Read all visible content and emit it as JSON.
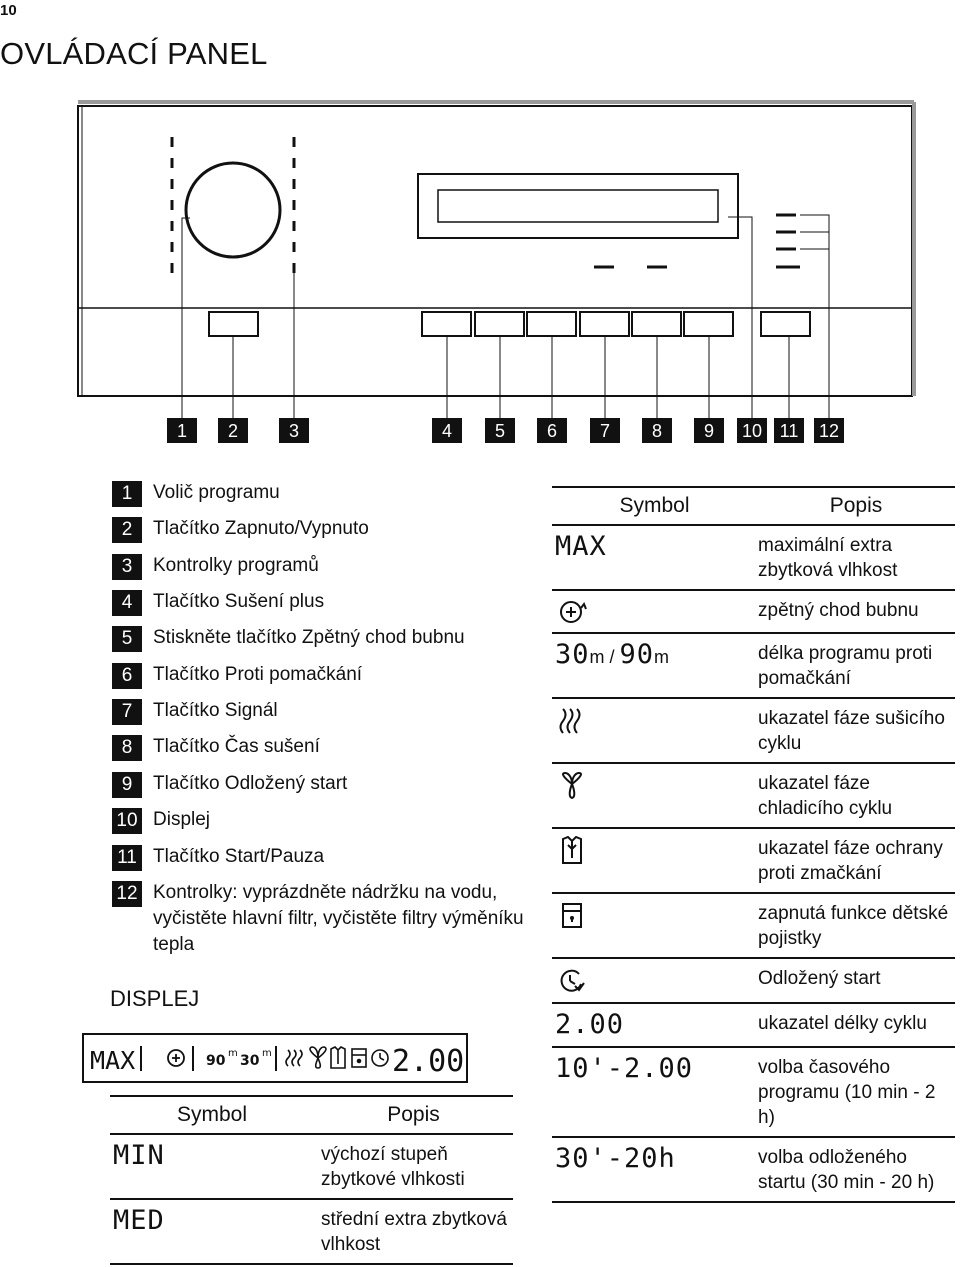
{
  "page_number": "10",
  "title": "OVLÁDACÍ PANEL",
  "callouts": [
    "1",
    "2",
    "3",
    "4",
    "5",
    "6",
    "7",
    "8",
    "9",
    "10",
    "11",
    "12"
  ],
  "legend": [
    {
      "num": "1",
      "text": "Volič programu"
    },
    {
      "num": "2",
      "text": "Tlačítko Zapnuto/Vypnuto"
    },
    {
      "num": "3",
      "text": "Kontrolky programů"
    },
    {
      "num": "4",
      "text": "Tlačítko Sušení plus"
    },
    {
      "num": "5",
      "text": "Stiskněte tlačítko Zpětný chod bubnu"
    },
    {
      "num": "6",
      "text": "Tlačítko Proti pomačkání"
    },
    {
      "num": "7",
      "text": "Tlačítko Signál"
    },
    {
      "num": "8",
      "text": "Tlačítko Čas sušení"
    },
    {
      "num": "9",
      "text": "Tlačítko Odložený start"
    },
    {
      "num": "10",
      "text": "Displej"
    },
    {
      "num": "11",
      "text": "Tlačítko Start/Pauza"
    },
    {
      "num": "12",
      "text": "Kontrolky: vyprázdněte nádržku na vodu, vyčistěte hlavní filtr, vyčistěte filtry výměníku tepla"
    }
  ],
  "display_heading": "DISPLEJ",
  "display_strip": {
    "max": "MAX",
    "time_90": "90",
    "time_30": "30",
    "unit": "m",
    "readout": "2.00"
  },
  "table_left": {
    "header_symbol": "Symbol",
    "header_desc": "Popis",
    "rows": [
      {
        "symbol": "MIN",
        "desc": "výchozí stupeň zbytkové vlhkosti"
      },
      {
        "symbol": "MED",
        "desc": "střední extra zbytková vlhkost"
      }
    ]
  },
  "table_right": {
    "header_symbol": "Symbol",
    "header_desc": "Popis",
    "rows": [
      {
        "symbol": "MAX",
        "icon": "max-text",
        "desc": "maximální extra zbytková vlhkost"
      },
      {
        "symbol": "",
        "icon": "drum-reverse-icon",
        "desc": "zpětný chod bubnu"
      },
      {
        "symbol": "30m / 90m",
        "icon": "time-text",
        "seg_a": "30",
        "unit_a": "m",
        "sep": "/",
        "seg_b": "90",
        "unit_b": "m",
        "desc": "délka programu proti pomačkání"
      },
      {
        "symbol": "",
        "icon": "heat-waves-icon",
        "desc": "ukazatel fáze sušicího cyklu"
      },
      {
        "symbol": "",
        "icon": "fan-icon",
        "desc": "ukazatel fáze chladicího cyklu"
      },
      {
        "symbol": "",
        "icon": "shirt-icon",
        "desc": "ukazatel fáze ochrany proti zmačkání"
      },
      {
        "symbol": "",
        "icon": "child-lock-icon",
        "desc": "zapnutá funkce dětské pojistky"
      },
      {
        "symbol": "",
        "icon": "delay-clock-icon",
        "desc": "Odložený start"
      },
      {
        "symbol": "2.00",
        "icon": "seg-text",
        "desc": "ukazatel délky cyklu"
      },
      {
        "symbol": "10'-2.00",
        "icon": "seg-text",
        "desc": "volba časového programu (10 min - 2 h)"
      },
      {
        "symbol": "30'-20h",
        "icon": "seg-text",
        "desc": "volba odloženého startu (30 min - 20 h)"
      }
    ]
  }
}
